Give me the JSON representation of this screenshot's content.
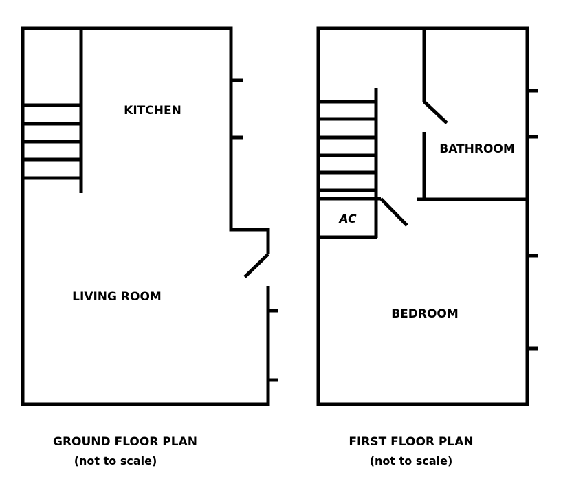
{
  "colors": {
    "wall": "#000000",
    "background": "#ffffff"
  },
  "ground_floor": {
    "rooms": {
      "kitchen": "KITCHEN",
      "living_room": "LIVING ROOM"
    },
    "caption": "GROUND FLOOR PLAN",
    "subcaption": "(not to scale)"
  },
  "first_floor": {
    "rooms": {
      "bathroom": "BATHROOM",
      "ac": "AC",
      "bedroom": "BEDROOM"
    },
    "caption": "FIRST FLOOR PLAN",
    "subcaption": "(not to scale)"
  }
}
